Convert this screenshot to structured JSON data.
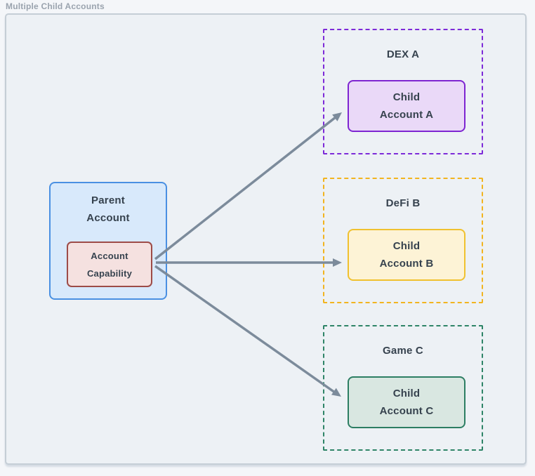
{
  "title": "Multiple Child Accounts",
  "parent": {
    "label": "Parent\nAccount",
    "capability_label": "Account\nCapability"
  },
  "groups": [
    {
      "name": "DEX A",
      "child_label": "Child\nAccount A"
    },
    {
      "name": "DeFi B",
      "child_label": "Child\nAccount B"
    },
    {
      "name": "Game C",
      "child_label": "Child\nAccount C"
    }
  ],
  "colors": {
    "canvas_fill": "#edf1f5",
    "canvas_border": "#c5ced6",
    "title": "#9aa3ae",
    "text": "#36424e",
    "parent_fill": "#d8e9fb",
    "parent_border": "#4a90e2",
    "capability_fill": "#f5e1e0",
    "capability_border": "#9d4b47",
    "dex_border": "#7d2ad8",
    "child_a_fill": "#ead9f8",
    "child_a_border": "#7e25d1",
    "defi_border": "#f2b41f",
    "child_b_fill": "#fdf3d6",
    "child_b_border": "#f0c12f",
    "game_border": "#2e8467",
    "child_c_fill": "#d9e7e1",
    "child_c_border": "#2d7e63",
    "arrow": "#7c8b9b"
  }
}
